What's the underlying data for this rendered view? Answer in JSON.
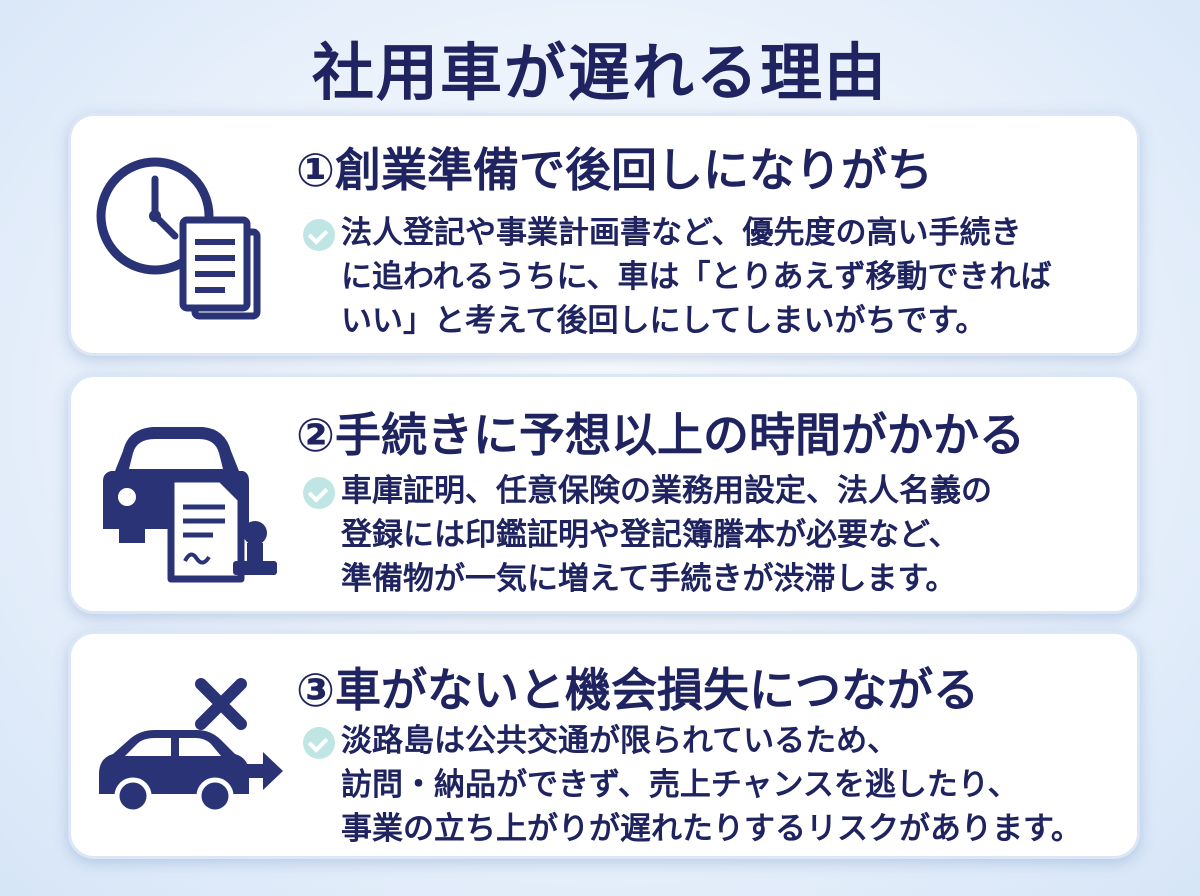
{
  "title": "社用車が遅れる理由",
  "colors": {
    "navy": "#1f2460",
    "check": "#bfe6e4",
    "background": "#d6e5f7"
  },
  "reasons": [
    {
      "icon": "clock-documents-icon",
      "heading": "①創業準備で後回しになりがち",
      "lines": [
        "法人登記や事業計画書など、優先度の高い手続き",
        "に追われるうちに、車は「とりあえず移動できれば",
        "いい」と考えて後回しにしてしまいがちです。"
      ]
    },
    {
      "icon": "car-document-stamp-icon",
      "heading": "②手続きに予想以上の時間がかかる",
      "lines": [
        "車庫証明、任意保険の業務用設定、法人名義の",
        "登録には印鑑証明や登記簿謄本が必要など、",
        "準備物が一気に増えて手続きが渋滞します。"
      ]
    },
    {
      "icon": "car-cross-arrow-icon",
      "heading": "③車がないと機会損失につながる",
      "lines": [
        "淡路島は公共交通が限られているため、",
        "訪問・納品ができず、売上チャンスを逃したり、",
        "事業の立ち上がりが遅れたりするリスクがあります。"
      ]
    }
  ]
}
